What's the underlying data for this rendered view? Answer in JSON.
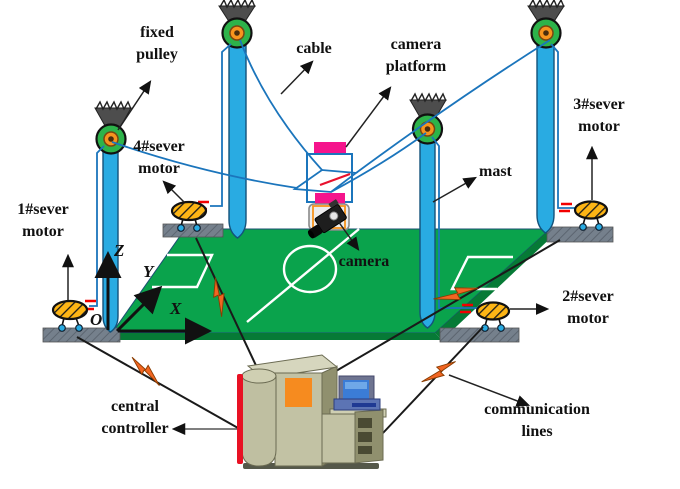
{
  "labels": {
    "fixed_pulley": {
      "line1": "fixed",
      "line2": "pulley"
    },
    "cable": {
      "line1": "cable"
    },
    "camera_platform": {
      "line1": "camera",
      "line2": "platform"
    },
    "motor1": {
      "line1": "1#sever",
      "line2": "motor"
    },
    "motor2": {
      "line1": "2#sever",
      "line2": "motor"
    },
    "motor3": {
      "line1": "3#sever",
      "line2": "motor"
    },
    "motor4": {
      "line1": "4#sever",
      "line2": "motor"
    },
    "mast": {
      "line1": "mast"
    },
    "camera": {
      "line1": "camera"
    },
    "central_controller": {
      "line1": "central",
      "line2": "controller"
    },
    "communication_lines": {
      "line1": "communication",
      "line2": "lines"
    }
  },
  "axes": {
    "origin": "O",
    "x": "X",
    "y": "Y",
    "z": "Z"
  },
  "colors": {
    "field_green": "#0AA34C",
    "field_edge_green": "#067A36",
    "pitch_line_white": "#FFFFFF",
    "mast_blue": "#29ABE2",
    "cable_blue": "#1B75BC",
    "pulley_green": "#2DB34A",
    "pulley_orange": "#F7941E",
    "mount_gray": "#4D4D4D",
    "motor_gold": "#FDB515",
    "wheel_blue": "#29ABE2",
    "base_gray": "#75808C",
    "lightning_orange": "#F26522",
    "platform_pink": "#F5148C",
    "platform_frame_blue": "#1B75BC",
    "platform_red_link": "#E8112D",
    "coupling_red": "#F20000",
    "controller_beige": "#C2C2A4",
    "controller_side": "#90906E",
    "controller_top": "#D6D6BE",
    "controller_panel_orange": "#F68B1F",
    "controller_stripe_red": "#E81123",
    "monitor_screen_blue": "#3B7CD6",
    "comm_line_black": "#1A1A1A"
  }
}
